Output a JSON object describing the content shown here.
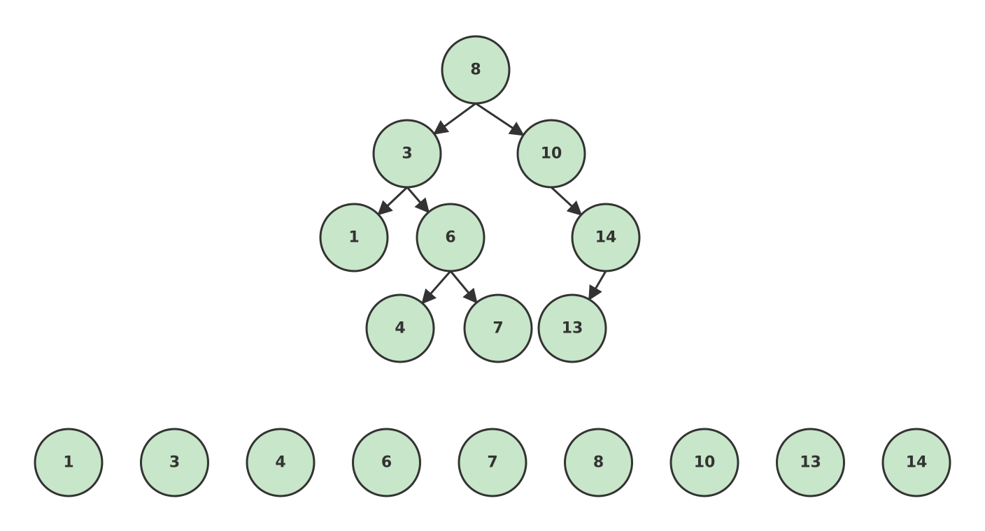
{
  "tree": {
    "nodes": [
      {
        "id": "n8",
        "label": "8"
      },
      {
        "id": "n3",
        "label": "3"
      },
      {
        "id": "n10",
        "label": "10"
      },
      {
        "id": "n1",
        "label": "1"
      },
      {
        "id": "n6",
        "label": "6"
      },
      {
        "id": "n14",
        "label": "14"
      },
      {
        "id": "n4",
        "label": "4"
      },
      {
        "id": "n7",
        "label": "7"
      },
      {
        "id": "n13",
        "label": "13"
      }
    ],
    "edges": [
      {
        "from": "n8",
        "to": "n3"
      },
      {
        "from": "n8",
        "to": "n10"
      },
      {
        "from": "n3",
        "to": "n1"
      },
      {
        "from": "n3",
        "to": "n6"
      },
      {
        "from": "n10",
        "to": "n14"
      },
      {
        "from": "n6",
        "to": "n4"
      },
      {
        "from": "n6",
        "to": "n7"
      },
      {
        "from": "n14",
        "to": "n13"
      }
    ]
  },
  "sequence": [
    "1",
    "3",
    "4",
    "6",
    "7",
    "8",
    "10",
    "13",
    "14"
  ],
  "colors": {
    "node_fill": "#c8e6c9",
    "stroke": "#333333"
  }
}
